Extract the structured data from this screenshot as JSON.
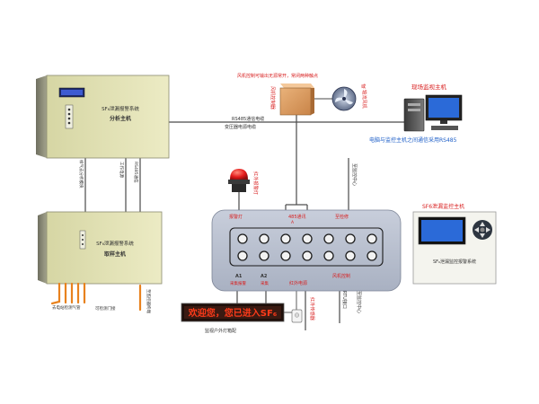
{
  "colors": {
    "unit_face": "#e2e2b4",
    "unit_side": "#8f8f7a",
    "panel_bg": "#b9c0cf",
    "label_red": "#d81e1e",
    "label_blue": "#1e5fc8",
    "cable_orange": "#e8821e",
    "led_bg": "#3a1a12",
    "led_text": "#ff3b1a",
    "monitor_screen": "#2b6ad8"
  },
  "analysis_unit": {
    "title": "SF₆泄漏报警系统",
    "subtitle": "分析主机"
  },
  "sampling_unit": {
    "title": "SF₆泄漏报警系统",
    "subtitle": "取样主机"
  },
  "cables": {
    "rs485": "RS485通信电缆",
    "transformer_power": "变压器电源电缆",
    "gas_sampling": "样气去分析模块",
    "work_power": "工作电源",
    "rs485_short": "RS485通信",
    "sampling_pipes": "去电站检测气管",
    "aux_pipe": "可检测门接",
    "sensor_bus": "至监控器终端"
  },
  "fan": {
    "note": "风机控制可输出无源常开，常闭两种触点",
    "controller": "风机控制器",
    "fan_label": "轴流风机",
    "fan_label_prefix": "或"
  },
  "monitor_pc": {
    "title": "现场监视主机",
    "comm_note": "电脑与监控主机之间通信采用RS485"
  },
  "infrared_alarm": {
    "label": "红外报警灯"
  },
  "hub": {
    "top_labels": [
      "报警灯",
      "485通讯",
      "至检修"
    ],
    "top_sublabel": "A",
    "bottom_labels": [
      "A1",
      "A2",
      "红外电源",
      "风机控制"
    ],
    "bottom_sublabels": [
      "采集报警",
      "采集"
    ],
    "to_monitor_top": "至监控中心",
    "rtu_port": "RTU接口",
    "to_monitor_bottom": "至监控中心"
  },
  "led_display": {
    "text": "欢迎您，您已进入SF₆",
    "caption": "监视户外灯箱配"
  },
  "infrared_sensor": {
    "label": "红外传感器"
  },
  "sf6_host": {
    "title": "SF6泄漏监控主机",
    "device_label": "SF₆泄漏监控报警系统"
  }
}
